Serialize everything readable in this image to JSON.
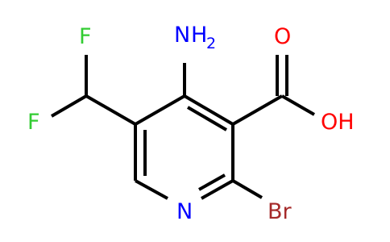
{
  "colors": {
    "bond": "#000000",
    "nitrogen": "#0000ff",
    "oxygen": "#ff0000",
    "fluorine": "#33cc33",
    "bromine": "#a52a2a"
  },
  "atoms": {
    "nh2_n": "N",
    "nh2_h": "H",
    "nh2_sub": "2",
    "carbonyl_o": "O",
    "hydroxyl": "OH",
    "fluorine_top": "F",
    "fluorine_left": "F",
    "ring_n": "N",
    "bromine": "Br"
  }
}
